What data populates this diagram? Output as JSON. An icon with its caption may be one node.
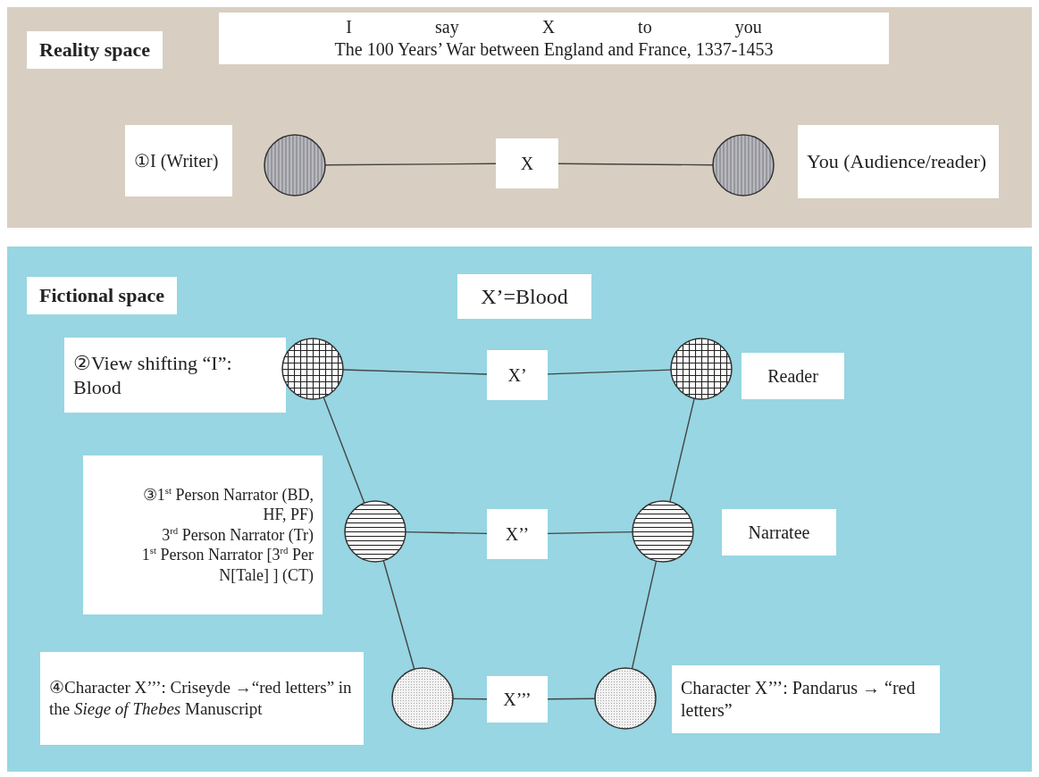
{
  "diagram": {
    "nodes": [
      {
        "text": [
          "Reality space"
        ]
      },
      {
        "text": [
          "I say X to you",
          "The 100 Years’ War between England and France, 1337-1453"
        ],
        "in": 0
      },
      {
        "text": [
          "①I (Writer)"
        ],
        "in": 0
      },
      {
        "text": [],
        "shape": "circle",
        "in": 0
      },
      {
        "text": [
          "X"
        ],
        "in": 0
      },
      {
        "text": [],
        "shape": "circle",
        "in": 0
      },
      {
        "text": [
          "You (Audience/reader)"
        ],
        "in": 0
      },
      {
        "text": [
          "Fictional space"
        ]
      },
      {
        "text": [
          "X’=Blood"
        ],
        "in": 7
      },
      {
        "text": [
          "②View shifting “I”: Blood"
        ],
        "in": 7
      },
      {
        "text": [],
        "shape": "circle",
        "in": 7
      },
      {
        "text": [
          "X’"
        ],
        "in": 7
      },
      {
        "text": [],
        "shape": "circle",
        "in": 7
      },
      {
        "text": [
          "Reader"
        ],
        "in": 7
      },
      {
        "text": [
          "③1$^{st}$ Person  Narrator (BD, HF, PF)",
          "3$^{rd}$ Person Narrator (Tr)",
          "1$^{st}$ Person Narrator [3$^{rd}$ Per N[Tale] ] (CT)"
        ],
        "in": 7
      },
      {
        "text": [],
        "shape": "circle",
        "in": 7
      },
      {
        "text": [
          "X’’"
        ],
        "in": 7
      },
      {
        "text": [],
        "shape": "circle",
        "in": 7
      },
      {
        "text": [
          "Narratee"
        ],
        "in": 7
      },
      {
        "text": [
          "④Character X’’’: Criseyde →“red letters” in the *Siege of Thebes* Manuscript"
        ],
        "in": 7
      },
      {
        "text": [],
        "shape": "circle",
        "in": 7
      },
      {
        "text": [
          "X’’’"
        ],
        "in": 7
      },
      {
        "text": [],
        "shape": "circle",
        "in": 7
      },
      {
        "text": [
          "Character X’’’: Pandarus → “red letters”"
        ],
        "in": 7
      }
    ],
    "edges": [
      {
        "from": 3,
        "to": 4,
        "arrow": "none"
      },
      {
        "from": 4,
        "to": 5,
        "arrow": "none"
      },
      {
        "from": 10,
        "to": 11,
        "arrow": "none"
      },
      {
        "from": 11,
        "to": 12,
        "arrow": "none"
      },
      {
        "from": 15,
        "to": 16,
        "arrow": "none"
      },
      {
        "from": 16,
        "to": 17,
        "arrow": "none"
      },
      {
        "from": 20,
        "to": 21,
        "arrow": "none"
      },
      {
        "from": 21,
        "to": 22,
        "arrow": "none"
      },
      {
        "from": 10,
        "to": 15,
        "arrow": "none"
      },
      {
        "from": 15,
        "to": 20,
        "arrow": "none"
      },
      {
        "from": 12,
        "to": 17,
        "arrow": "none"
      },
      {
        "from": 17,
        "to": 22,
        "arrow": "none"
      }
    ]
  }
}
